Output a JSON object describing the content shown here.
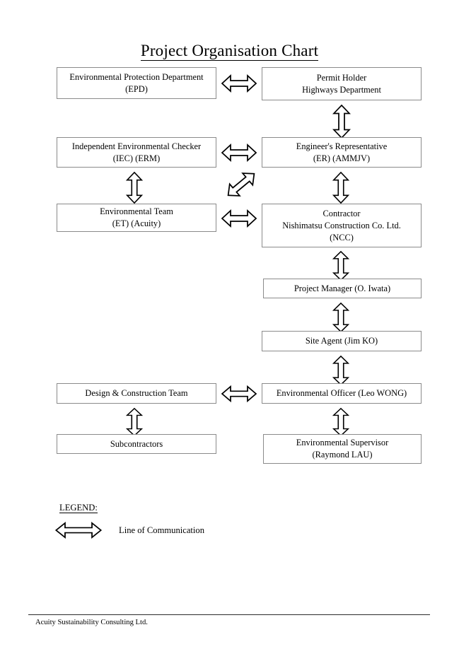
{
  "document": {
    "title": "Project Organisation Chart",
    "footer_text": "Acuity Sustainability Consulting Ltd."
  },
  "chart_data": {
    "type": "diagram",
    "diagram_kind": "organisation-chart",
    "title": "Project Organisation Chart",
    "nodes": [
      {
        "id": "epd",
        "lines": [
          "Environmental Protection Department",
          "(EPD)"
        ],
        "column": "left",
        "row": 1
      },
      {
        "id": "permit",
        "lines": [
          "Permit Holder",
          "Highways Department"
        ],
        "column": "right",
        "row": 1
      },
      {
        "id": "iec",
        "lines": [
          "Independent Environmental Checker",
          "(IEC) (ERM)"
        ],
        "column": "left",
        "row": 2
      },
      {
        "id": "er",
        "lines": [
          "Engineer's Representative",
          "(ER) (AMMJV)"
        ],
        "column": "right",
        "row": 2
      },
      {
        "id": "et",
        "lines": [
          "Environmental Team",
          "(ET) (Acuity)"
        ],
        "column": "left",
        "row": 3
      },
      {
        "id": "contractor",
        "lines": [
          "Contractor",
          "Nishimatsu Construction Co. Ltd.",
          "(NCC)"
        ],
        "column": "right",
        "row": 3
      },
      {
        "id": "pm",
        "lines": [
          "Project Manager (O. Iwata)"
        ],
        "column": "right",
        "row": 4
      },
      {
        "id": "site",
        "lines": [
          "Site Agent (Jim KO)"
        ],
        "column": "right",
        "row": 5
      },
      {
        "id": "dct",
        "lines": [
          "Design & Construction Team"
        ],
        "column": "left",
        "row": 6
      },
      {
        "id": "eo",
        "lines": [
          "Environmental Officer (Leo WONG)"
        ],
        "column": "right",
        "row": 6
      },
      {
        "id": "subs",
        "lines": [
          "Subcontractors"
        ],
        "column": "left",
        "row": 7
      },
      {
        "id": "es",
        "lines": [
          "Environmental Supervisor",
          "(Raymond LAU)"
        ],
        "column": "right",
        "row": 7
      }
    ],
    "edges": [
      {
        "from": "epd",
        "to": "permit",
        "style": "double-arrow",
        "orientation": "horizontal"
      },
      {
        "from": "permit",
        "to": "er",
        "style": "double-arrow",
        "orientation": "vertical"
      },
      {
        "from": "iec",
        "to": "er",
        "style": "double-arrow",
        "orientation": "horizontal"
      },
      {
        "from": "iec",
        "to": "et",
        "style": "double-arrow",
        "orientation": "vertical"
      },
      {
        "from": "er",
        "to": "contractor",
        "style": "double-arrow",
        "orientation": "vertical"
      },
      {
        "from": "et",
        "to": "contractor",
        "style": "double-arrow",
        "orientation": "horizontal"
      },
      {
        "from": "et",
        "to": "er",
        "style": "double-arrow",
        "orientation": "diagonal"
      },
      {
        "from": "contractor",
        "to": "pm",
        "style": "double-arrow",
        "orientation": "vertical"
      },
      {
        "from": "pm",
        "to": "site",
        "style": "double-arrow",
        "orientation": "vertical"
      },
      {
        "from": "site",
        "to": "eo",
        "style": "double-arrow",
        "orientation": "vertical"
      },
      {
        "from": "dct",
        "to": "eo",
        "style": "double-arrow",
        "orientation": "horizontal"
      },
      {
        "from": "dct",
        "to": "subs",
        "style": "double-arrow",
        "orientation": "vertical"
      },
      {
        "from": "eo",
        "to": "es",
        "style": "double-arrow",
        "orientation": "vertical"
      }
    ],
    "legend": {
      "heading": "LEGEND:",
      "entries": [
        {
          "symbol": "double-arrow-horizontal",
          "label": "Line of Communication"
        }
      ]
    },
    "colors": {
      "box_border": "#8b8b8b",
      "arrow_outline": "#000000",
      "arrow_fill": "#ffffff",
      "text": "#000000",
      "background": "#ffffff"
    }
  }
}
